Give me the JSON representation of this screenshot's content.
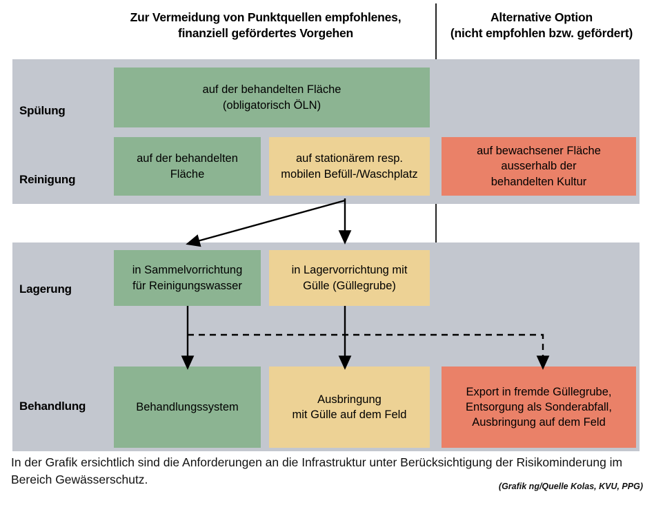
{
  "headers": {
    "recommended": "Zur Vermeidung von Punktquellen empfohlenes,\nfinanziell gefördertes Vorgehen",
    "alternative": "Alternative Option\n(nicht empfohlen bzw. gefördert)"
  },
  "rows": [
    {
      "label": "Spülung"
    },
    {
      "label": "Reinigung"
    },
    {
      "label": "Lagerung"
    },
    {
      "label": "Behandlung"
    }
  ],
  "boxes": {
    "spuelung_green": "auf der behandelten Fläche\n(obligatorisch ÖLN)",
    "reinigung_green": "auf der behandelten\nFläche",
    "reinigung_yellow": "auf stationärem resp.\nmobilen Befüll-/Waschplatz",
    "reinigung_red": "auf bewachsener Fläche\nausserhalb der\nbehandelten Kultur",
    "lagerung_green": "in Sammelvorrichtung\nfür Reinigungswasser",
    "lagerung_yellow": "in Lagervorrichtung mit\nGülle (Güllegrube)",
    "behandlung_green": "Behandlungssystem",
    "behandlung_yellow": "Ausbringung\nmit Gülle auf dem Feld",
    "behandlung_red": "Export in fremde Güllegrube,\nEntsorgung als Sonderabfall,\nAusbringung auf dem Feld"
  },
  "caption": {
    "text": "In der Grafik ersichtlich sind die Anforderungen an die Infrastruktur unter Berücksichtigung der Risikominderung im Bereich Gewässerschutz.",
    "credit": "(Grafik ng/Quelle Kolas, KVU, PPG)"
  },
  "colors": {
    "panel_gray": "#c3c7cf",
    "green": "#8cb492",
    "yellow": "#edd295",
    "red": "#ea8168",
    "line": "#000000",
    "background": "#ffffff"
  },
  "chart_data": {
    "type": "diagram",
    "title": "Zur Vermeidung von Punktquellen empfohlenes, finanziell gefördertes Vorgehen / Alternative Option (nicht empfohlen bzw. gefördert)",
    "columns": [
      "Zur Vermeidung von Punktquellen empfohlenes, finanziell gefördertes Vorgehen",
      "Alternative Option (nicht empfohlen bzw. gefördert)"
    ],
    "stages": [
      "Spülung",
      "Reinigung",
      "Lagerung",
      "Behandlung"
    ],
    "nodes": [
      {
        "id": "spuelung_green",
        "stage": "Spülung",
        "column": "recommended",
        "status": "green",
        "label": "auf der behandelten Fläche (obligatorisch ÖLN)"
      },
      {
        "id": "reinigung_green",
        "stage": "Reinigung",
        "column": "recommended",
        "status": "green",
        "label": "auf der behandelten Fläche"
      },
      {
        "id": "reinigung_yellow",
        "stage": "Reinigung",
        "column": "recommended",
        "status": "yellow",
        "label": "auf stationärem resp. mobilen Befüll-/Waschplatz"
      },
      {
        "id": "reinigung_red",
        "stage": "Reinigung",
        "column": "alternative",
        "status": "red",
        "label": "auf bewachsener Fläche ausserhalb der behandelten Kultur"
      },
      {
        "id": "lagerung_green",
        "stage": "Lagerung",
        "column": "recommended",
        "status": "green",
        "label": "in Sammelvorrichtung für Reinigungswasser"
      },
      {
        "id": "lagerung_yellow",
        "stage": "Lagerung",
        "column": "recommended",
        "status": "yellow",
        "label": "in Lagervorrichtung mit Gülle (Güllegrube)"
      },
      {
        "id": "behandlung_green",
        "stage": "Behandlung",
        "column": "recommended",
        "status": "green",
        "label": "Behandlungssystem"
      },
      {
        "id": "behandlung_yellow",
        "stage": "Behandlung",
        "column": "recommended",
        "status": "yellow",
        "label": "Ausbringung mit Gülle auf dem Feld"
      },
      {
        "id": "behandlung_red",
        "stage": "Behandlung",
        "column": "alternative",
        "status": "red",
        "label": "Export in fremde Güllegrube, Entsorgung als Sonderabfall, Ausbringung auf dem Feld"
      }
    ],
    "edges": [
      {
        "from": "reinigung_yellow",
        "to": "lagerung_yellow",
        "style": "solid"
      },
      {
        "from": "reinigung_yellow",
        "to": "lagerung_green",
        "style": "solid"
      },
      {
        "from": "lagerung_green",
        "to": "behandlung_green",
        "style": "solid"
      },
      {
        "from": "lagerung_yellow",
        "to": "behandlung_yellow",
        "style": "solid"
      },
      {
        "from": "lagerung_green",
        "to": "behandlung_red",
        "style": "dashed"
      }
    ]
  }
}
